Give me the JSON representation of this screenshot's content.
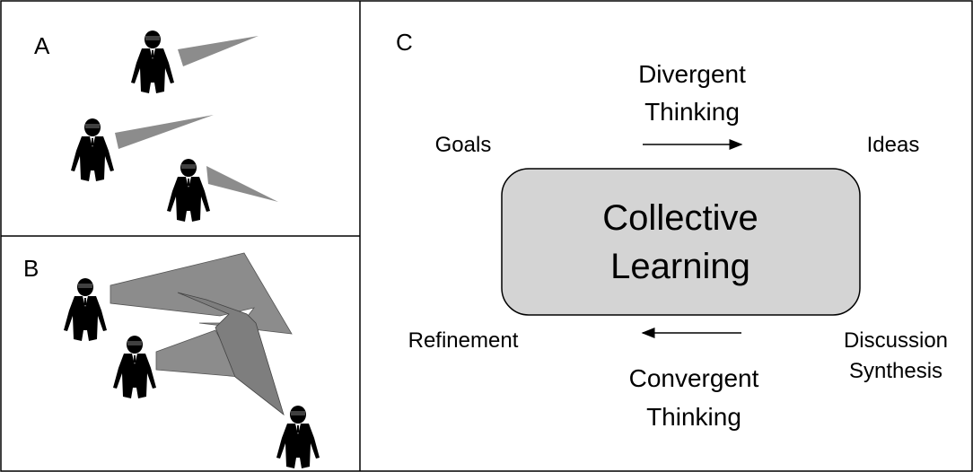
{
  "panels": {
    "a": {
      "letter": "A"
    },
    "b": {
      "letter": "B"
    },
    "c": {
      "letter": "C"
    }
  },
  "diagram": {
    "top_process": {
      "line1": "Divergent",
      "line2": "Thinking"
    },
    "bottom_process": {
      "line1": "Convergent",
      "line2": "Thinking"
    },
    "center": {
      "line1": "Collective",
      "line2": "Learning"
    },
    "corners": {
      "top_left": "Goals",
      "top_right": "Ideas",
      "bottom_left": "Refinement",
      "bottom_right_line1": "Discussion",
      "bottom_right_line2": "Synthesis"
    }
  },
  "colors": {
    "cone_fill": "#8c8c8c",
    "box_fill": "#d4d4d4",
    "border": "#000000"
  }
}
